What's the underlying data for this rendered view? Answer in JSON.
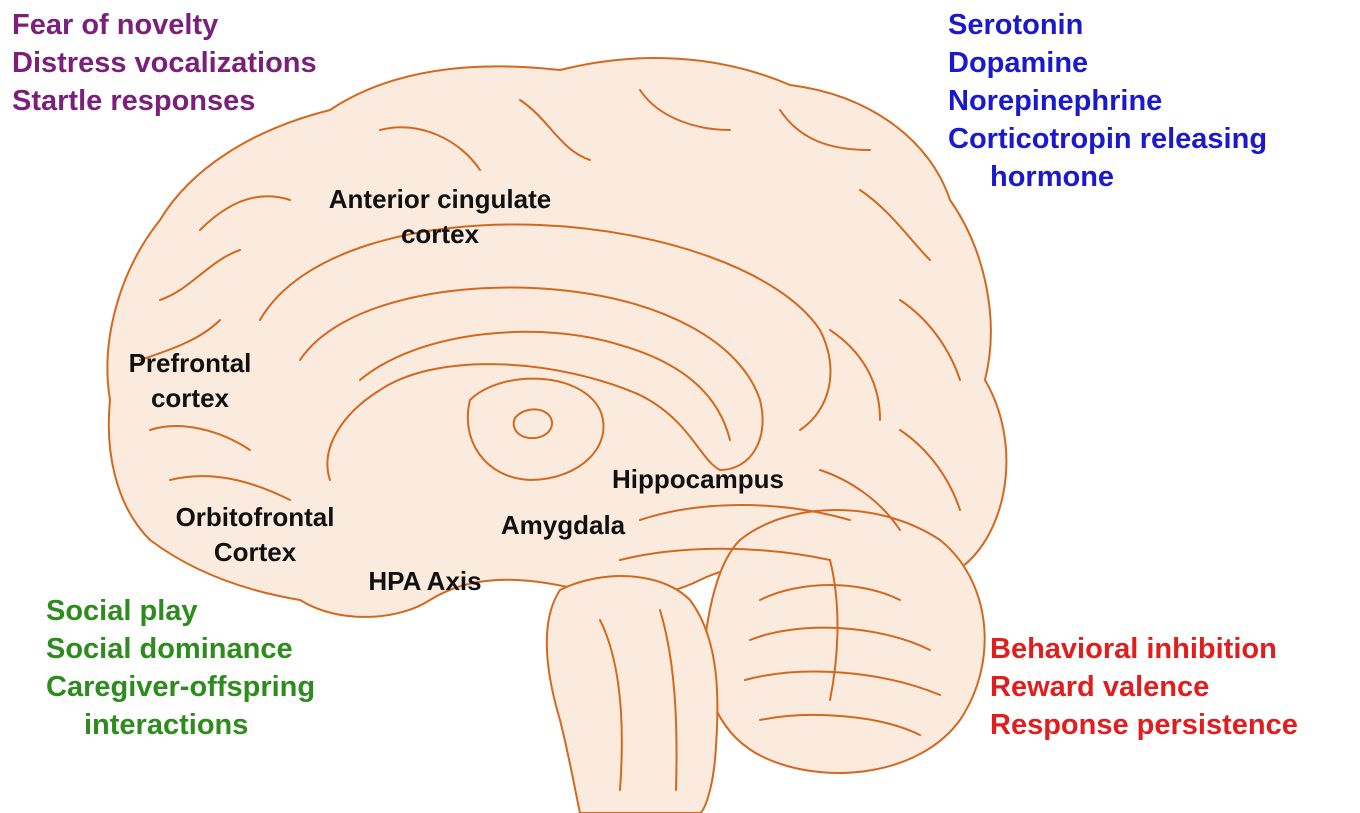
{
  "colors": {
    "outline": "#d2691e",
    "fill": "#fbeade",
    "region_text": "#111111",
    "behavior": "#7a1f7a",
    "neurochemical": "#1a1acc",
    "social": "#2e8b1e",
    "temperament": "#e01e1e"
  },
  "groups": {
    "behavior": {
      "lines": [
        "Fear of novelty",
        "Distress vocalizations",
        "Startle responses"
      ]
    },
    "neurochemical": {
      "lines": [
        "Serotonin",
        "Dopamine",
        "Norepinephrine",
        "Corticotropin releasing",
        "hormone"
      ]
    },
    "social": {
      "lines": [
        "Social play",
        "Social dominance",
        "Caregiver-offspring",
        "interactions"
      ]
    },
    "temperament": {
      "lines": [
        "Behavioral inhibition",
        "Reward valence",
        "Response persistence"
      ]
    }
  },
  "regions": {
    "anterior_cingulate": {
      "lines": [
        "Anterior cingulate",
        "cortex"
      ]
    },
    "prefrontal": {
      "lines": [
        "Prefrontal",
        "cortex"
      ]
    },
    "orbitofrontal": {
      "lines": [
        "Orbitofrontal",
        "Cortex"
      ]
    },
    "hpa_axis": {
      "lines": [
        "HPA Axis"
      ]
    },
    "amygdala": {
      "lines": [
        "Amygdala"
      ]
    },
    "hippocampus": {
      "lines": [
        "Hippocampus"
      ]
    }
  }
}
